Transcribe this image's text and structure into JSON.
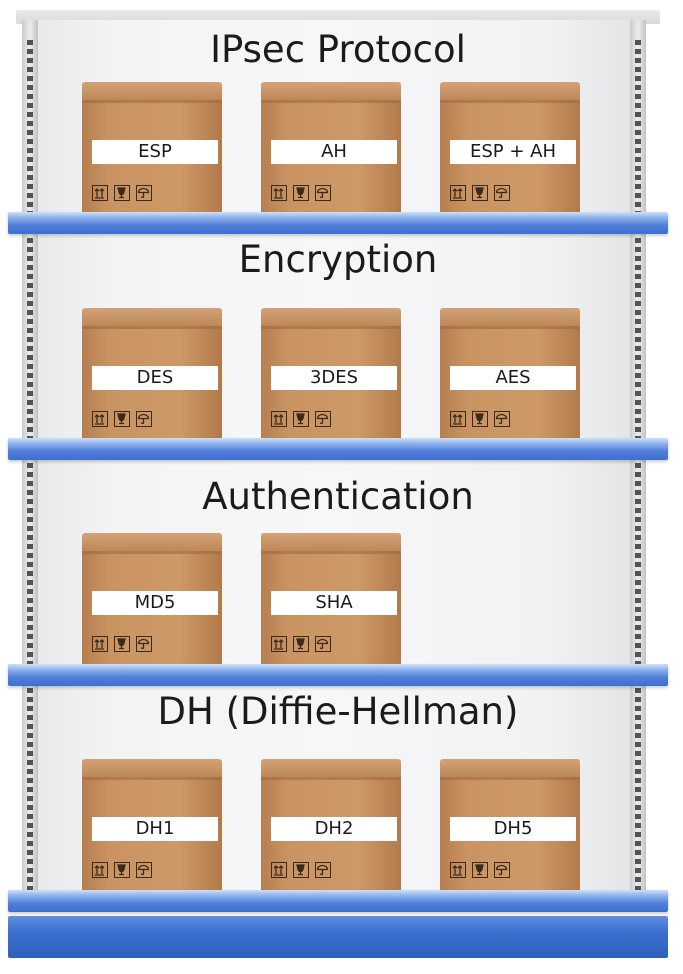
{
  "sections": [
    {
      "title": "IPsec Protocol",
      "boxes": [
        "ESP",
        "AH",
        "ESP + AH"
      ]
    },
    {
      "title": "Encryption",
      "boxes": [
        "DES",
        "3DES",
        "AES"
      ]
    },
    {
      "title": "Authentication",
      "boxes": [
        "MD5",
        "SHA"
      ]
    },
    {
      "title": "DH (Diffie-Hellman)",
      "boxes": [
        "DH1",
        "DH2",
        "DH5"
      ]
    }
  ],
  "icons": [
    "this-way-up-icon",
    "fragile-glass-icon",
    "keep-dry-umbrella-icon"
  ],
  "colors": {
    "shelf": "#3f6fcf",
    "box": "#c99462"
  }
}
